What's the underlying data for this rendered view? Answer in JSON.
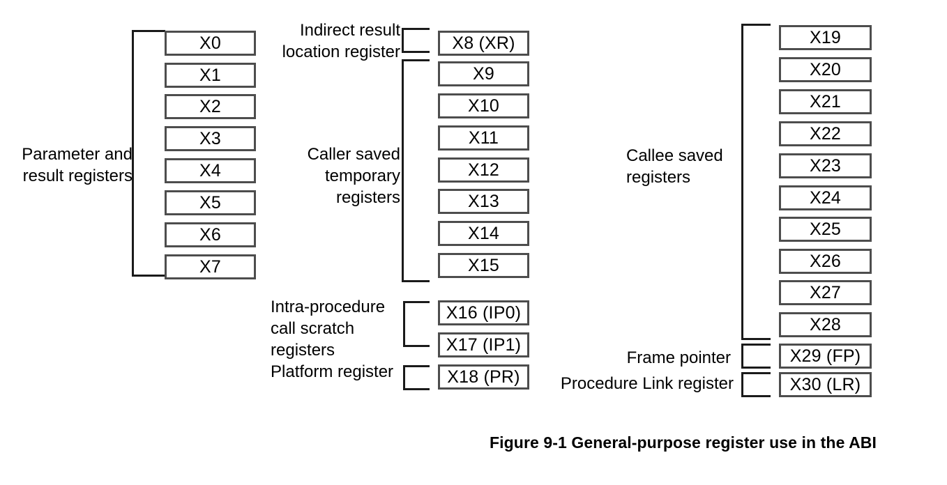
{
  "figure": {
    "caption": "Figure 9-1 General-purpose register use in the ABI"
  },
  "colors": {
    "box_border": "#4d4d4d",
    "bracket": "#1a1a1a",
    "background": "#ffffff",
    "text": "#000000"
  },
  "groups": [
    {
      "id": "parameter-and-result-registers",
      "label": "Parameter and\nresult registers",
      "label_align": "right",
      "registers": [
        "X0",
        "X1",
        "X2",
        "X3",
        "X4",
        "X5",
        "X6",
        "X7"
      ]
    },
    {
      "id": "indirect-result-location-register",
      "label": "Indirect result\nlocation register",
      "label_align": "right",
      "registers": [
        "X8 (XR)"
      ]
    },
    {
      "id": "caller-saved-temporary-registers",
      "label": "Caller saved\ntemporary\nregisters",
      "label_align": "right",
      "registers": [
        "X9",
        "X10",
        "X11",
        "X12",
        "X13",
        "X14",
        "X15"
      ]
    },
    {
      "id": "intra-procedure-call-scratch-registers",
      "label": "Intra-procedure\ncall scratch\nregisters",
      "label_align": "left",
      "registers": [
        "X16 (IP0)",
        "X17 (IP1)"
      ]
    },
    {
      "id": "platform-register",
      "label": "Platform register",
      "label_align": "left",
      "registers": [
        "X18 (PR)"
      ]
    },
    {
      "id": "callee-saved-registers",
      "label": "Callee saved\nregisters",
      "label_align": "left",
      "registers": [
        "X19",
        "X20",
        "X21",
        "X22",
        "X23",
        "X24",
        "X25",
        "X26",
        "X27",
        "X28"
      ]
    },
    {
      "id": "frame-pointer",
      "label": "Frame pointer",
      "label_align": "right",
      "registers": [
        "X29 (FP)"
      ]
    },
    {
      "id": "procedure-link-register",
      "label": "Procedure Link register",
      "label_align": "right",
      "registers": [
        "X30 (LR)"
      ]
    }
  ],
  "columns": {
    "left": {
      "registers": [
        "X0",
        "X1",
        "X2",
        "X3",
        "X4",
        "X5",
        "X6",
        "X7"
      ]
    },
    "middle": {
      "registers": [
        "X8 (XR)",
        "X9",
        "X10",
        "X11",
        "X12",
        "X13",
        "X14",
        "X15",
        "X16 (IP0)",
        "X17 (IP1)",
        "X18 (PR)"
      ]
    },
    "right": {
      "registers": [
        "X19",
        "X20",
        "X21",
        "X22",
        "X23",
        "X24",
        "X25",
        "X26",
        "X27",
        "X28",
        "X29 (FP)",
        "X30 (LR)"
      ]
    }
  }
}
